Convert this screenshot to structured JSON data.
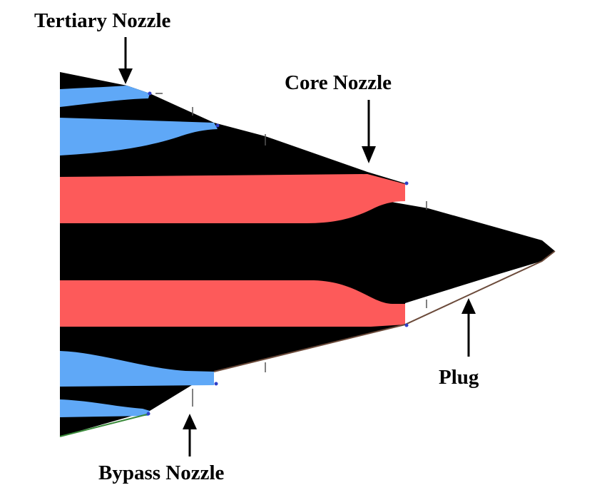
{
  "labels": {
    "tertiary": "Tertiary  Nozzle",
    "core": "Core Nozzle",
    "plug": "Plug",
    "bypass": "Bypass Nozzle"
  },
  "colors": {
    "body": "#000000",
    "core_flow": "#fd5a5a",
    "bypass_flow": "#5fa8f7",
    "tertiary_flow": "#5fa8f7",
    "marker": "#2f3fc8",
    "tick": "#555555",
    "plug_edge": "#6b4a3a",
    "bottom_edge": "#3a8a3a"
  }
}
